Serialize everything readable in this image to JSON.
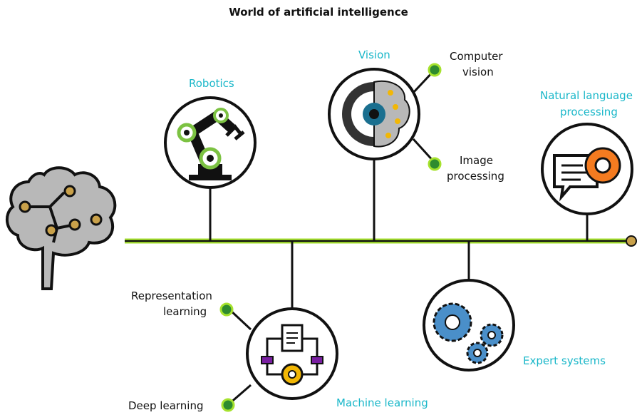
{
  "title": "World of artificial  intelligence",
  "nodes": {
    "robotics": "Robotics",
    "vision": "Vision",
    "nlp_line1": "Natural language",
    "nlp_line2": "processing",
    "machine_learning": "Machine learning",
    "expert_systems": "Expert systems"
  },
  "subtopics": {
    "computer_vision_line1": "Computer",
    "computer_vision_line2": "vision",
    "image_processing_line1": "Image",
    "image_processing_line2": "processing",
    "representation_learning_line1": "Representation",
    "representation_learning_line2": "learning",
    "deep_learning": "Deep learning"
  },
  "colors": {
    "accent_cyan": "#19b7c9",
    "timeline_green": "#a6e22e",
    "dot_green": "#2e8b2e",
    "icon_gray": "#b8b8b8",
    "icon_orange": "#f47b20",
    "icon_blue": "#4a8fc9",
    "icon_purple": "#7a1fa2",
    "icon_gold": "#f2b705"
  },
  "icons": [
    "brain-icon",
    "robot-arm-icon",
    "eye-gear-brain-icon",
    "chat-gear-icon",
    "document-flow-gear-icon",
    "gears-icon"
  ]
}
